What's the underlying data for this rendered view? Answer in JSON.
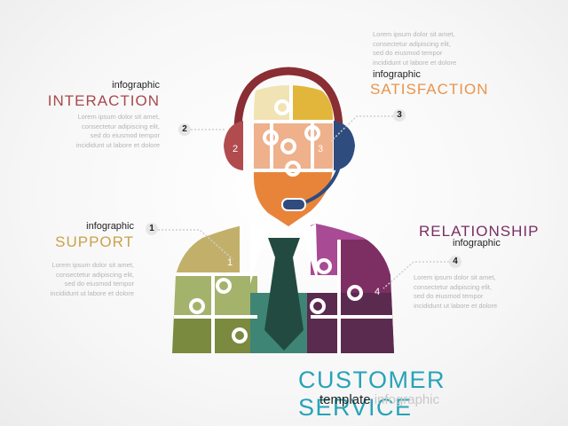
{
  "sections": {
    "interaction": {
      "kicker": "infographic",
      "title": "INTERACTION",
      "body": "Lorem ipsum dolor sit amet,\nconsectetur adipiscing elit,\nsed do eiusmod tempor\nincididunt ut labore et dolore",
      "number": "2",
      "color": "#a7494e"
    },
    "satisfaction": {
      "kicker": "infographic",
      "title": "SATISFACTION",
      "body": "Lorem ipsum dolor sit amet,\nconsectetur adipiscing elit,\nsed do eiusmod tempor\nincididunt ut labore et dolore",
      "number": "3",
      "color": "#e8944c"
    },
    "support": {
      "kicker": "infographic",
      "title": "SUPPORT",
      "body": "Lorem ipsum dolor sit amet,\nconsectetur adipiscing elit,\nsed do eiusmod tempor\nincididunt ut labore et dolore",
      "number": "1",
      "color": "#c9a24a"
    },
    "relationship": {
      "kicker": "infographic",
      "title": "RELATIONSHIP",
      "body": "Lorem ipsum dolor sit amet,\nconsectetur adipiscing elit,\nsed do eiusmod tempor\nincididunt ut labore et dolore",
      "number": "4",
      "color": "#7a2e63"
    }
  },
  "figure_numbers": {
    "one": "1",
    "two": "2",
    "three": "3",
    "four": "4"
  },
  "footer": {
    "title": "CUSTOMER SERVICE",
    "sub_main": "template",
    "sub_muted": "infographic"
  },
  "colors": {
    "teal": "#27a3b8",
    "muted": "#bdbdbd",
    "headphone_band": "#8a2e34",
    "headphone_left": "#b14b4e",
    "headphone_right": "#2f4c7f",
    "head_top": "#f1e3b4",
    "head_top_right": "#e2b63a",
    "face": "#efb08c",
    "chin": "#e8843a",
    "shoulder_left": "#c2b06a",
    "torso_left": "#a3b36b",
    "torso_left_low": "#7a8a3e",
    "tie": "#234a40",
    "shirt_teal": "#3e8575",
    "shoulder_right": "#a84a94",
    "torso_right": "#7d2f63",
    "torso_right_low": "#5b2a4f"
  }
}
